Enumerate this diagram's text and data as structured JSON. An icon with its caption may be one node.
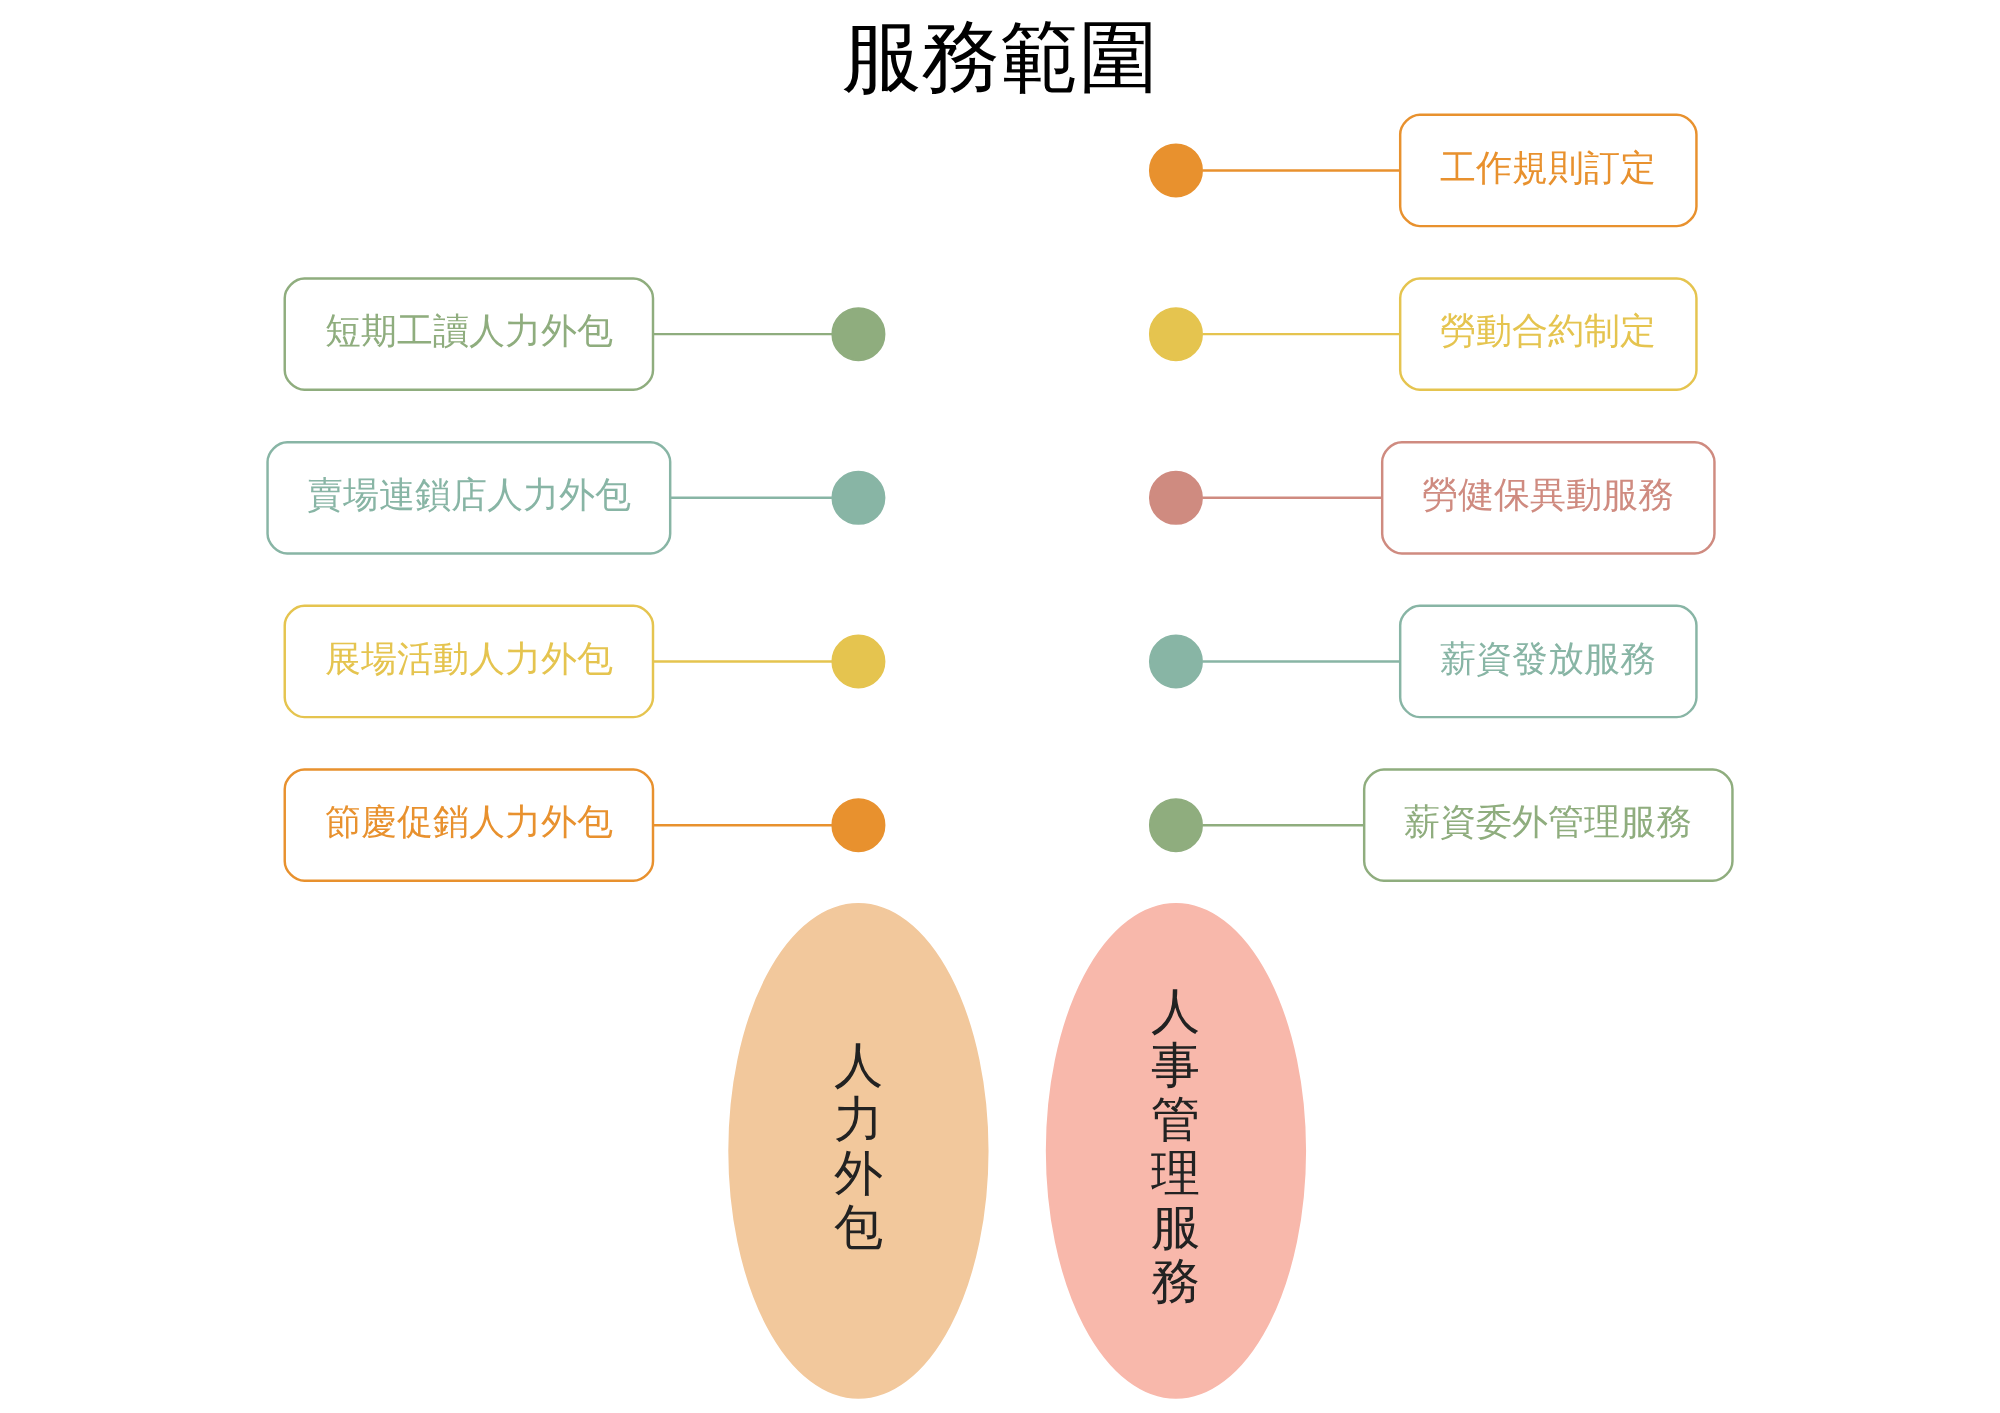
{
  "diagram": {
    "title": "服務範圍",
    "nodes": [
      {
        "text": [
          "人力外包"
        ]
      },
      {
        "text": [
          "人事管理服務"
        ]
      },
      {
        "text": [
          "節慶促銷人力外包"
        ]
      },
      {
        "text": [
          "展場活動人力外包"
        ]
      },
      {
        "text": [
          "賣場連鎖店人力外包"
        ]
      },
      {
        "text": [
          "短期工讀人力外包"
        ]
      },
      {
        "text": [
          "薪資委外管理服務"
        ]
      },
      {
        "text": [
          "薪資發放服務"
        ]
      },
      {
        "text": [
          "勞健保異動服務"
        ]
      },
      {
        "text": [
          "勞動合約制定"
        ]
      },
      {
        "text": [
          "工作規則訂定"
        ]
      },
      {
        "text": [],
        "shape": "circle"
      },
      {
        "text": [],
        "shape": "circle"
      },
      {
        "text": [],
        "shape": "circle"
      },
      {
        "text": [],
        "shape": "circle"
      },
      {
        "text": [],
        "shape": "circle"
      },
      {
        "text": [],
        "shape": "circle"
      },
      {
        "text": [],
        "shape": "circle"
      },
      {
        "text": [],
        "shape": "circle"
      },
      {
        "text": [],
        "shape": "circle"
      }
    ],
    "edges": [
      {
        "from": 2,
        "to": 11,
        "arrow": "none",
        "color": "#e8912e"
      },
      {
        "from": 3,
        "to": 12,
        "arrow": "none",
        "color": "#e5c44f"
      },
      {
        "from": 4,
        "to": 13,
        "arrow": "none",
        "color": "#88b5a5"
      },
      {
        "from": 5,
        "to": 14,
        "arrow": "none",
        "color": "#8fad7e"
      },
      {
        "from": 15,
        "to": 6,
        "arrow": "none",
        "color": "#8fad7e"
      },
      {
        "from": 16,
        "to": 7,
        "arrow": "none",
        "color": "#88b5a5"
      },
      {
        "from": 17,
        "to": 8,
        "arrow": "none",
        "color": "#cf8b80"
      },
      {
        "from": 18,
        "to": 9,
        "arrow": "none",
        "color": "#e5c44f"
      },
      {
        "from": 19,
        "to": 10,
        "arrow": "none",
        "color": "#e8912e"
      }
    ]
  }
}
